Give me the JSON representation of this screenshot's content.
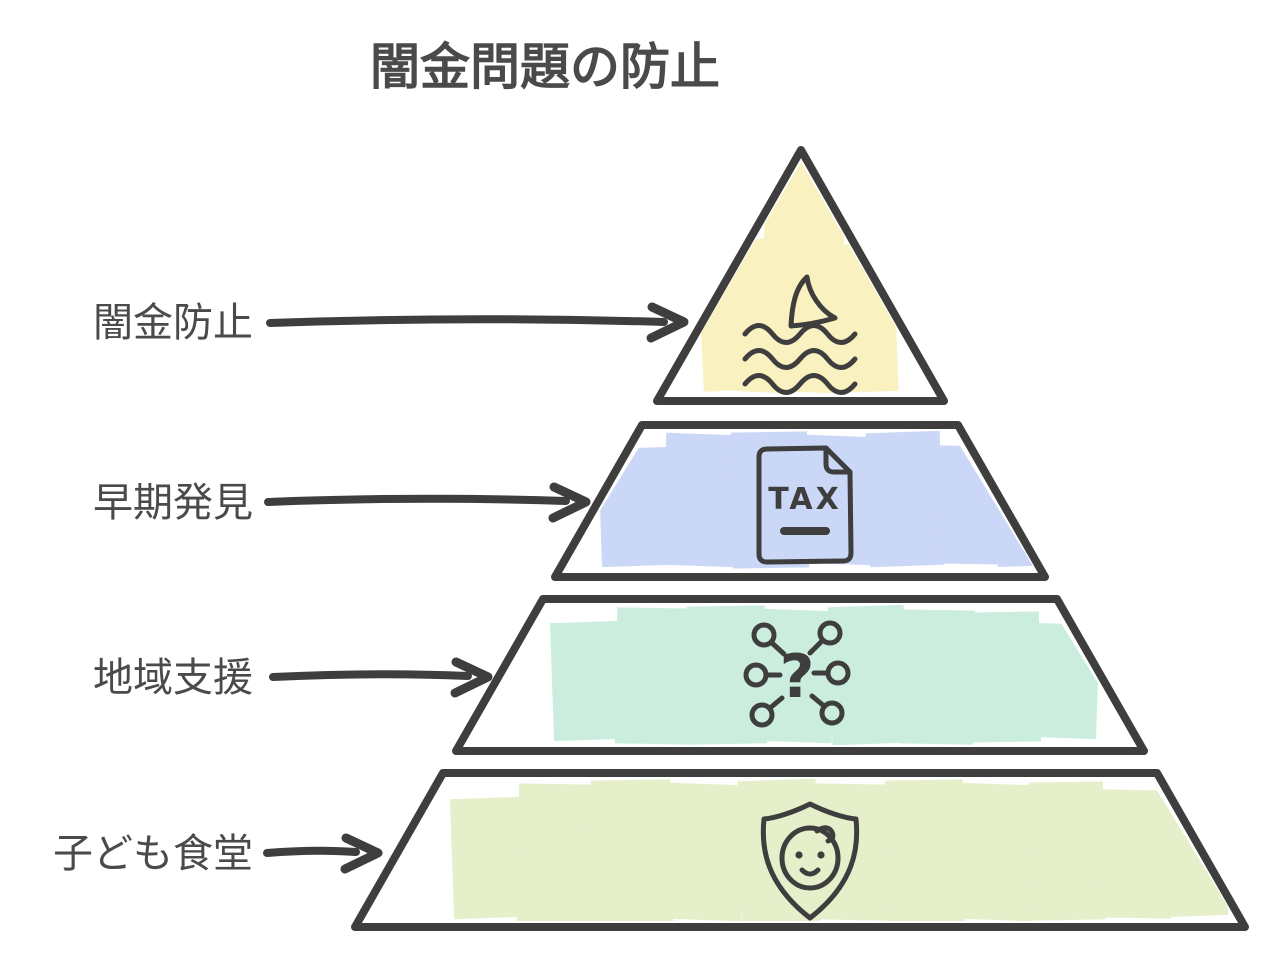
{
  "title": {
    "text": "闇金問題の防止"
  },
  "colors": {
    "background": "#ffffff",
    "text": "#4a4a4a",
    "outline": "#3e3e3e"
  },
  "pyramid": {
    "tiers": [
      {
        "label": "闇金防止",
        "icon": "shark-fin-waves-icon",
        "fill_color": "#faf1c0"
      },
      {
        "label": "早期発見",
        "icon": "tax-document-icon",
        "icon_text": "TAX",
        "fill_color": "#cbd7f6"
      },
      {
        "label": "地域支援",
        "icon": "question-network-icon",
        "icon_text": "?",
        "fill_color": "#cbeddd"
      },
      {
        "label": "子ども食堂",
        "icon": "child-shield-icon",
        "fill_color": "#e5efca"
      }
    ]
  }
}
